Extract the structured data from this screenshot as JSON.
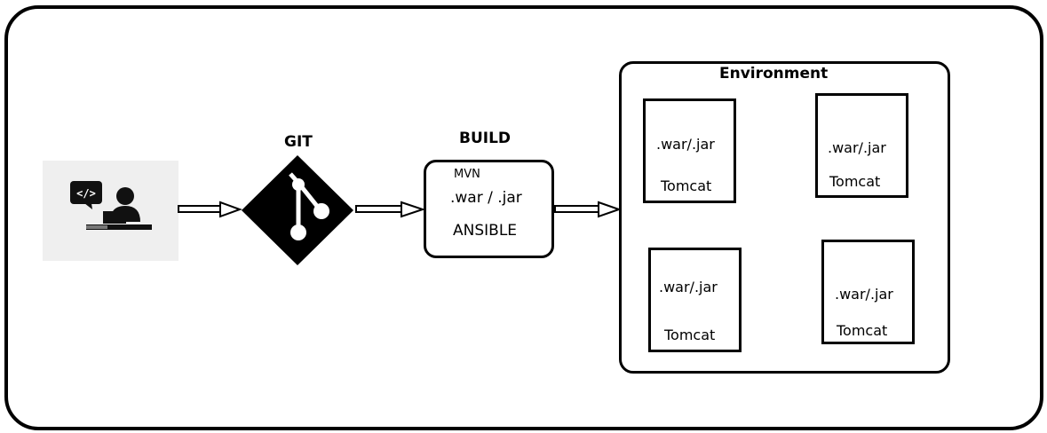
{
  "labels": {
    "git": "GIT",
    "build": "BUILD",
    "environment": "Environment"
  },
  "build_box": {
    "tool": "MVN",
    "artifact": ".war / .jar",
    "deploy": "ANSIBLE"
  },
  "developer_icon": {
    "code_symbol": "</>"
  },
  "environment_servers": [
    {
      "artifact": ".war/.jar",
      "server": "Tomcat"
    },
    {
      "artifact": ".war/.jar",
      "server": "Tomcat"
    },
    {
      "artifact": ".war/.jar",
      "server": "Tomcat"
    },
    {
      "artifact": ".war/.jar",
      "server": "Tomcat"
    }
  ],
  "icons": [
    "developer-icon",
    "git-icon",
    "arrow-icon"
  ]
}
